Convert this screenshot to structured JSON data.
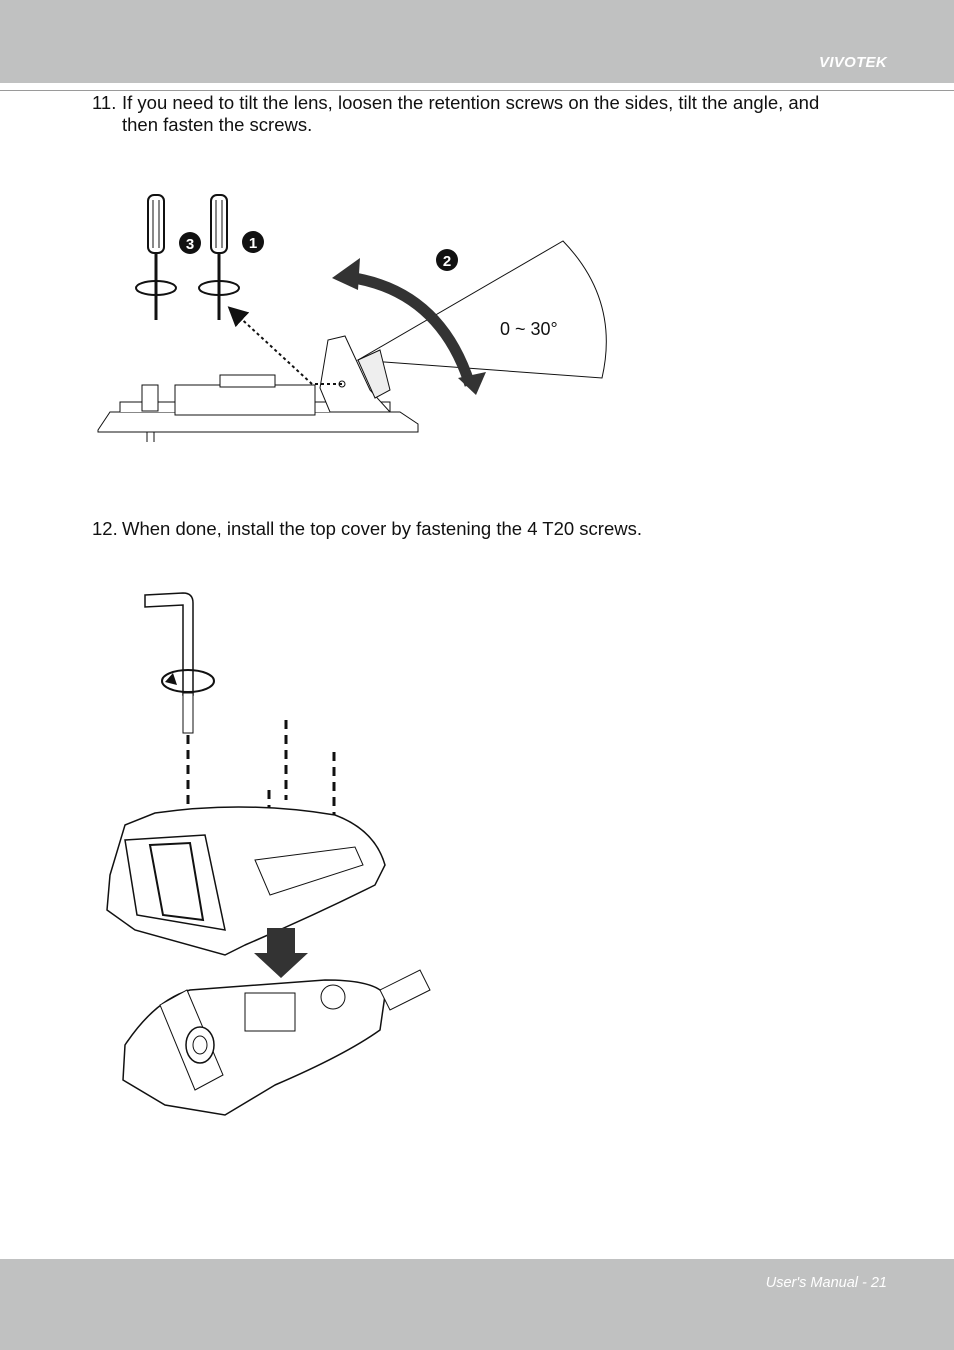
{
  "header": {
    "brand": "VIVOTEK"
  },
  "steps": [
    {
      "number": "11.",
      "line1": "If you need to tilt the lens, loosen the retention screws on the sides, tilt the angle, and",
      "line2": "then fasten the screws."
    },
    {
      "number": "12.",
      "line1": "When done, install the top cover by fastening the 4 T20 screws."
    }
  ],
  "figure1": {
    "callouts": [
      "3",
      "1",
      "2"
    ],
    "angle_label": "0 ~ 30°"
  },
  "footer": {
    "page_label": "User's Manual - 21"
  }
}
